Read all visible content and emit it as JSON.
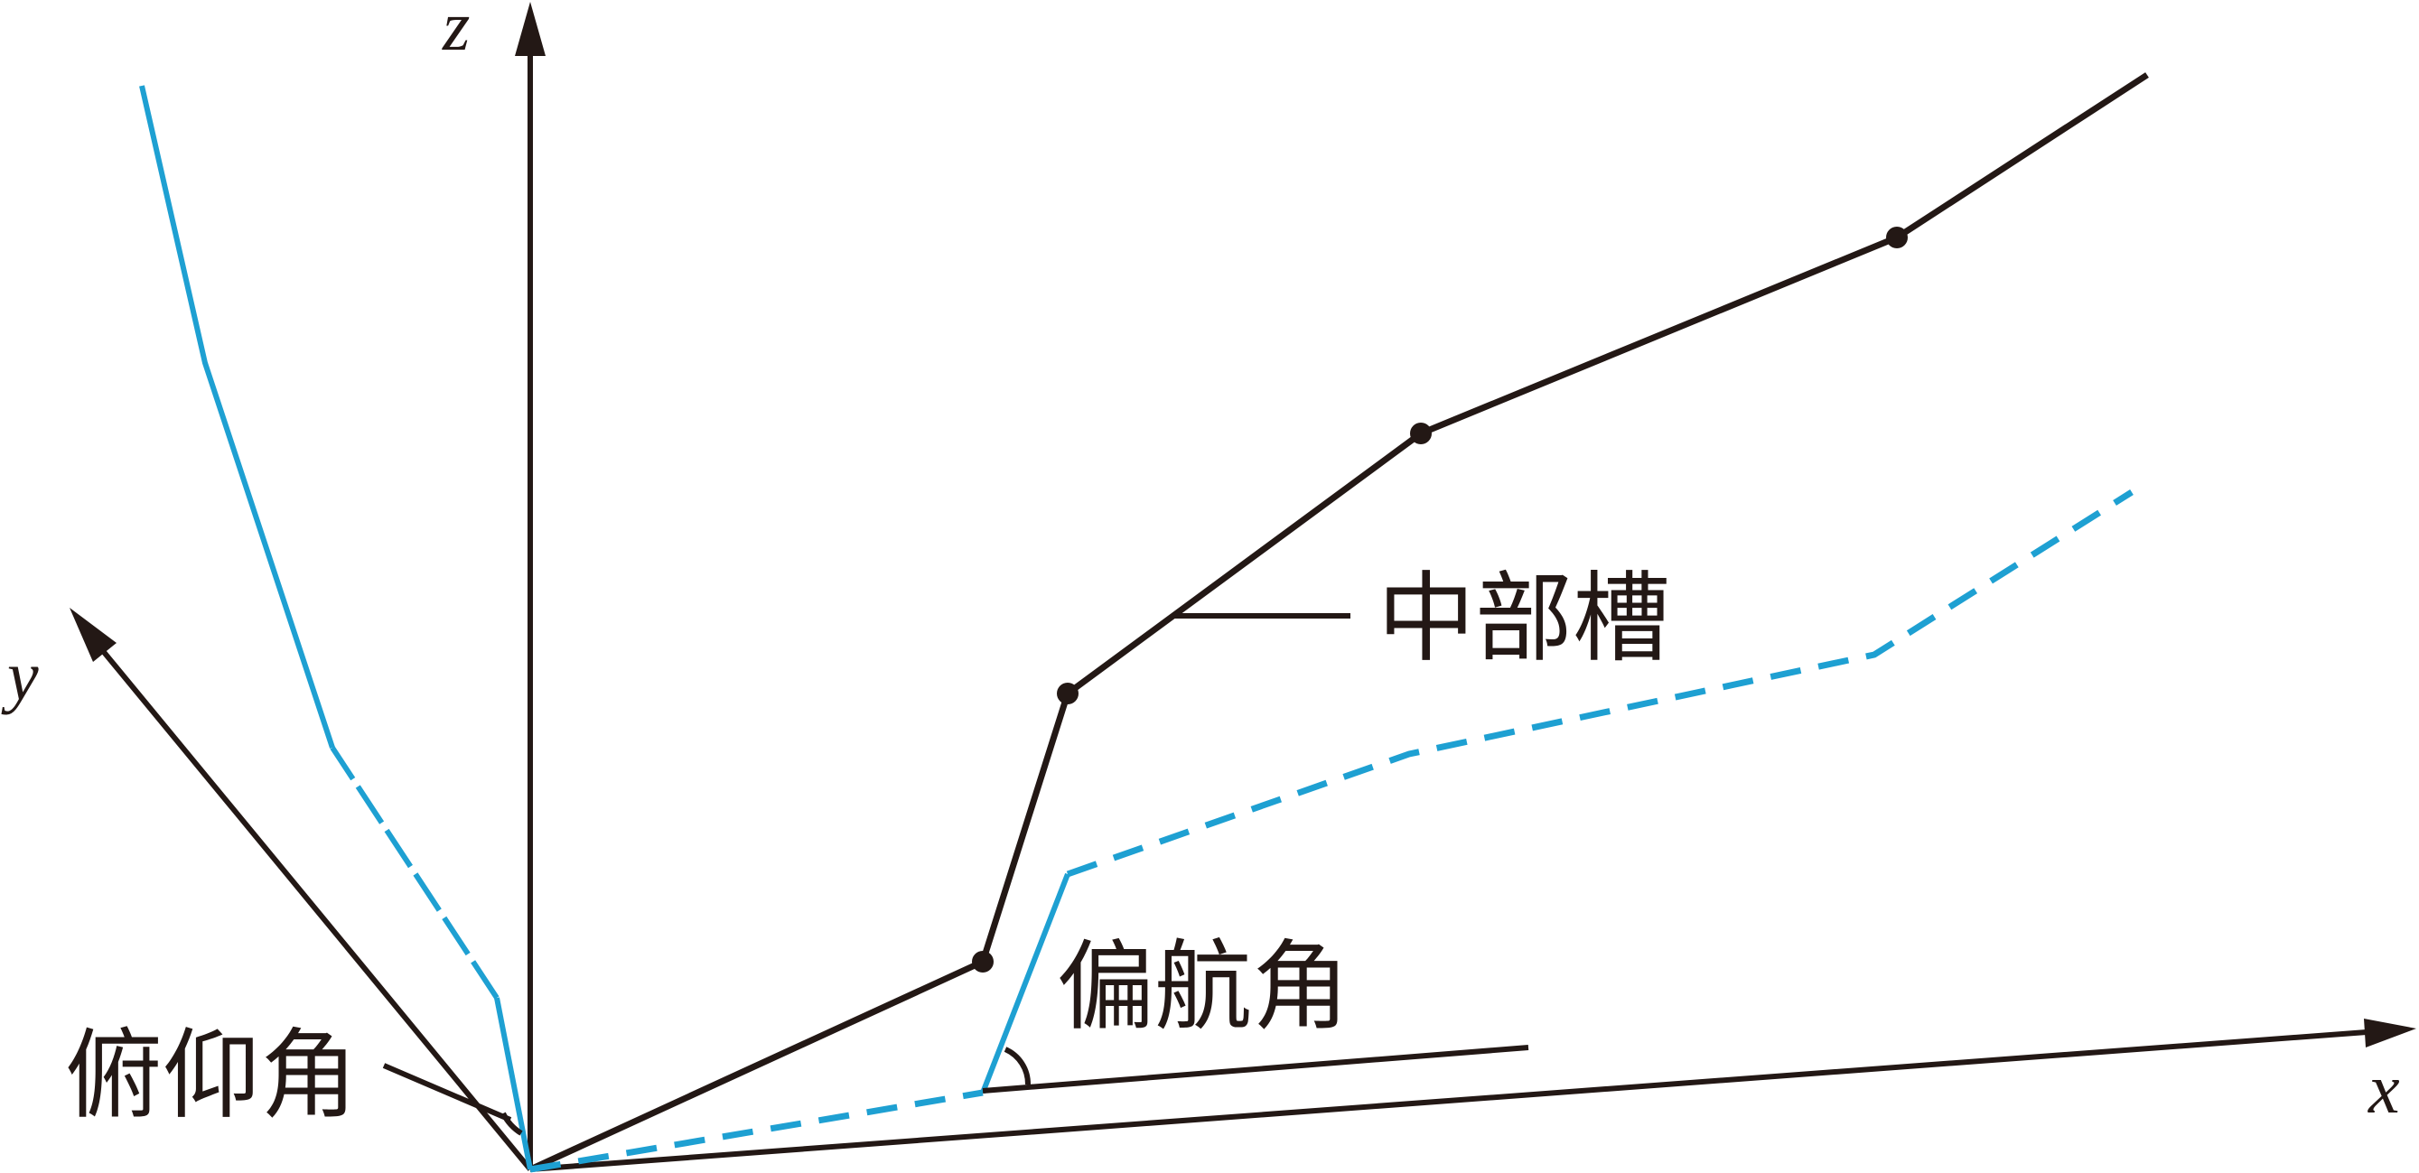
{
  "axes": {
    "x_label": "x",
    "y_label": "y",
    "z_label": "z"
  },
  "labels": {
    "middle_trough": "中部槽",
    "yaw_angle": "偏航角",
    "pitch_angle": "俯仰角"
  },
  "colors": {
    "black_line": "#231815",
    "blue_line": "#1ea0d2"
  }
}
